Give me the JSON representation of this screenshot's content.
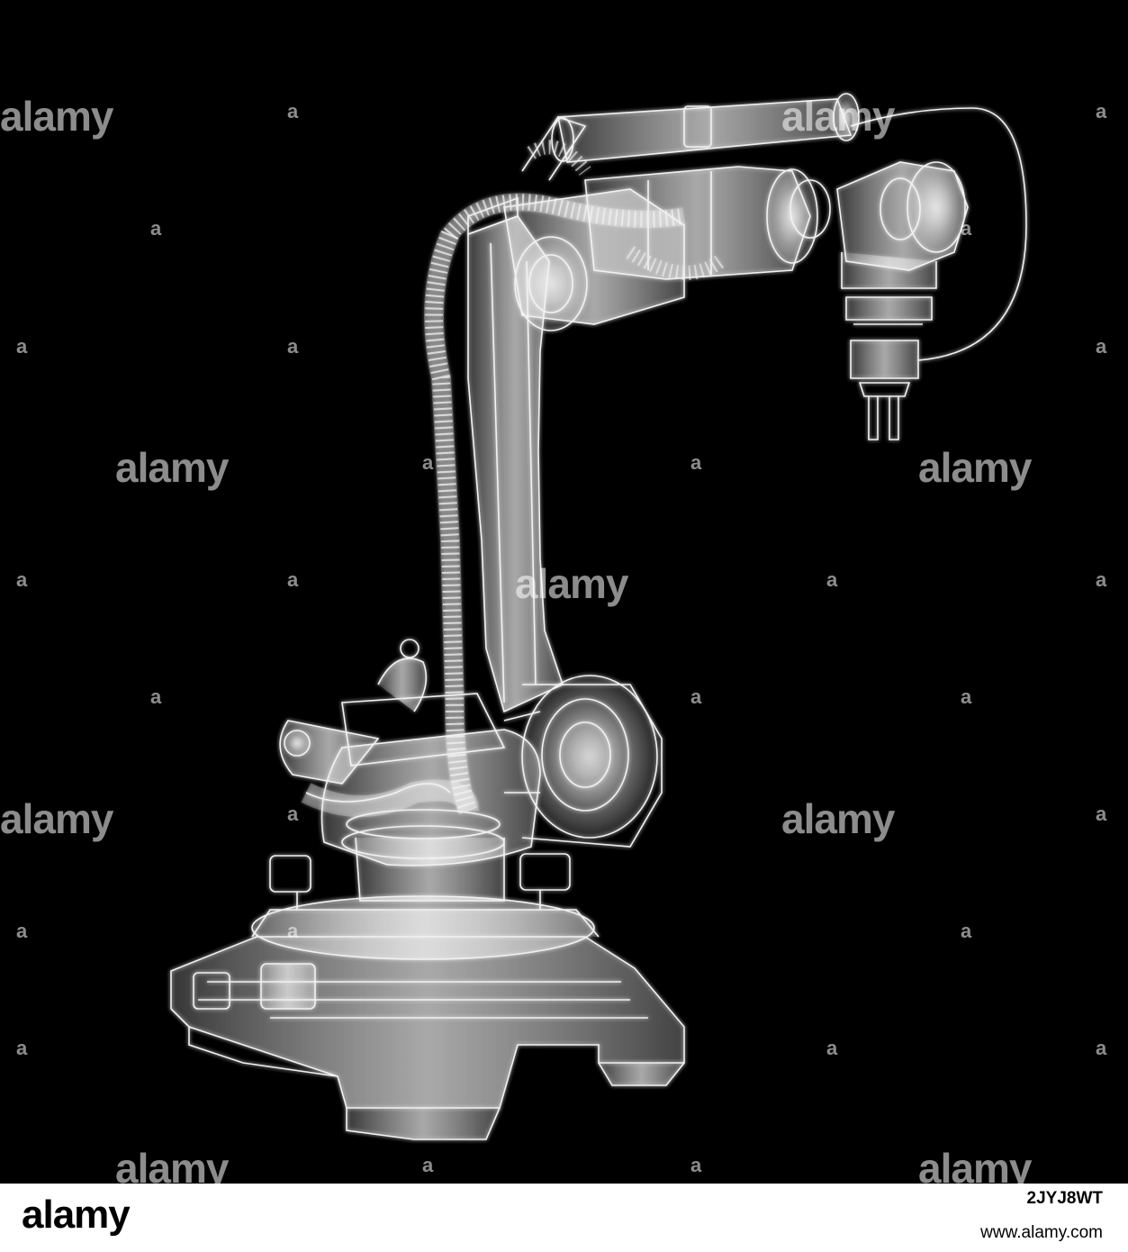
{
  "image": {
    "subject": "x-ray style robotic arm",
    "background_color": "#000000",
    "line_color": "#ffffff"
  },
  "watermarks": {
    "word": "alamy",
    "letter": "a"
  },
  "footer": {
    "logo": "alamy",
    "image_id": "2JYJ8WT",
    "url": "www.alamy.com"
  }
}
